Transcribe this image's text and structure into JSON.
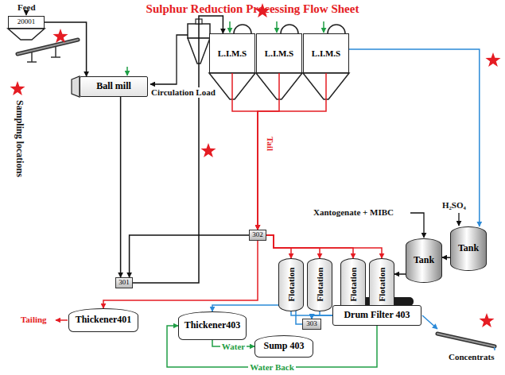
{
  "diagram": {
    "title": "Sulphur Reduction Processing Flow Sheet",
    "nodes": [
      {
        "text": [
          "20001"
        ]
      },
      {
        "text": [
          "Ball mill"
        ]
      },
      {
        "text": [
          "L.I.M.S"
        ]
      },
      {
        "text": [
          "L.I.M.S"
        ]
      },
      {
        "text": [
          "L.I.M.S"
        ]
      },
      {
        "text": [
          "302"
        ]
      },
      {
        "text": [
          "Flotation"
        ]
      },
      {
        "text": [
          "Flotation"
        ]
      },
      {
        "text": [
          "Flotation"
        ]
      },
      {
        "text": [
          "Flotation"
        ]
      },
      {
        "text": [
          "Tank"
        ]
      },
      {
        "text": [
          "Tank"
        ]
      },
      {
        "text": [
          "301"
        ]
      },
      {
        "text": [
          "303"
        ]
      },
      {
        "text": [
          "Thickener401"
        ]
      },
      {
        "text": [
          "Thickener403"
        ]
      },
      {
        "text": [
          "Sump 403"
        ]
      },
      {
        "text": [
          "Drum Filter 403"
        ]
      }
    ],
    "edges": [
      {
        "from": 0,
        "to": 1,
        "arrow": "to"
      },
      {
        "from": 1,
        "to": 12,
        "arrow": "to"
      },
      {
        "from": 12,
        "to": 2,
        "arrow": "to"
      },
      {
        "from": 2,
        "to": 5,
        "arrow": "to"
      },
      {
        "from": 3,
        "to": 5,
        "arrow": "to"
      },
      {
        "from": 4,
        "to": 5,
        "arrow": "to"
      },
      {
        "from": 5,
        "to": 12,
        "arrow": "to"
      },
      {
        "from": 5,
        "to": 6,
        "arrow": "to"
      },
      {
        "from": 5,
        "to": 7,
        "arrow": "to"
      },
      {
        "from": 5,
        "to": 8,
        "arrow": "to"
      },
      {
        "from": 5,
        "to": 9,
        "arrow": "to"
      },
      {
        "from": 5,
        "to": 14,
        "arrow": "to"
      },
      {
        "from": 4,
        "to": 11,
        "arrow": "to"
      },
      {
        "from": 11,
        "to": 10,
        "arrow": "to"
      },
      {
        "from": 10,
        "to": 9,
        "arrow": "to"
      },
      {
        "from": 6,
        "to": 13,
        "arrow": "to"
      },
      {
        "from": 7,
        "to": 13,
        "arrow": "to"
      },
      {
        "from": 8,
        "to": 13,
        "arrow": "to"
      },
      {
        "from": 9,
        "to": 13,
        "arrow": "to"
      },
      {
        "from": 13,
        "to": 15,
        "arrow": "to"
      },
      {
        "from": 15,
        "to": 16,
        "label": "Water",
        "arrow": "to"
      },
      {
        "from": 17,
        "to": 15,
        "label": "Water Back",
        "arrow": "to"
      }
    ],
    "labels": [
      "Feed",
      "Circulation Load",
      "Tail",
      "Xantogenate + MIBC",
      "H₂SO₄",
      "Tailing",
      "Concentrats"
    ],
    "legend": [
      {
        "text": "Sampling locations"
      }
    ]
  }
}
